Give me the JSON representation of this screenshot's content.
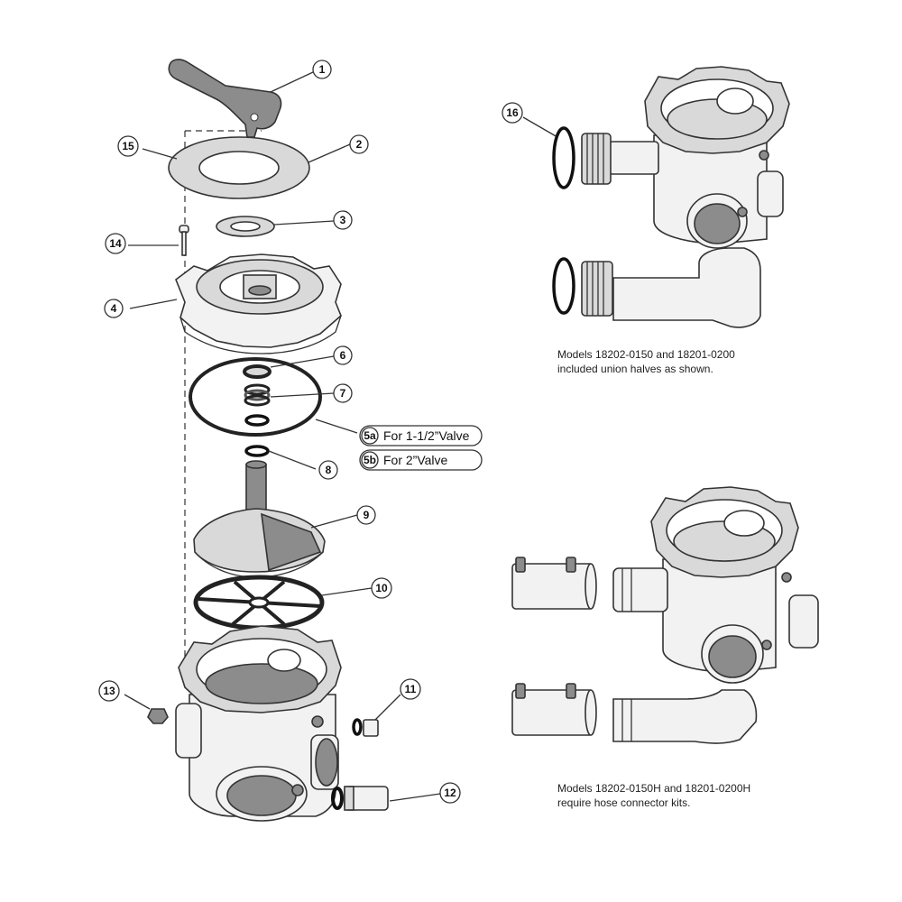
{
  "callouts": [
    "1",
    "2",
    "3",
    "4",
    "6",
    "7",
    "8",
    "9",
    "10",
    "11",
    "12",
    "13",
    "14",
    "15",
    "16"
  ],
  "valve_options": [
    {
      "id": "5a",
      "text": "For 1-1/2”Valve"
    },
    {
      "id": "5b",
      "text": "For 2”Valve"
    }
  ],
  "captions": {
    "union": {
      "line1": "Models 18202-0150 and 18201-0200",
      "line2": "included union halves as shown."
    },
    "hose": {
      "line1": "Models 18202-0150H and 18201-0200H",
      "line2": "require hose connector kits."
    }
  },
  "colors": {
    "part_fill": "#d9d9d9",
    "part_dark": "#8c8c8c",
    "line": "#333333"
  }
}
